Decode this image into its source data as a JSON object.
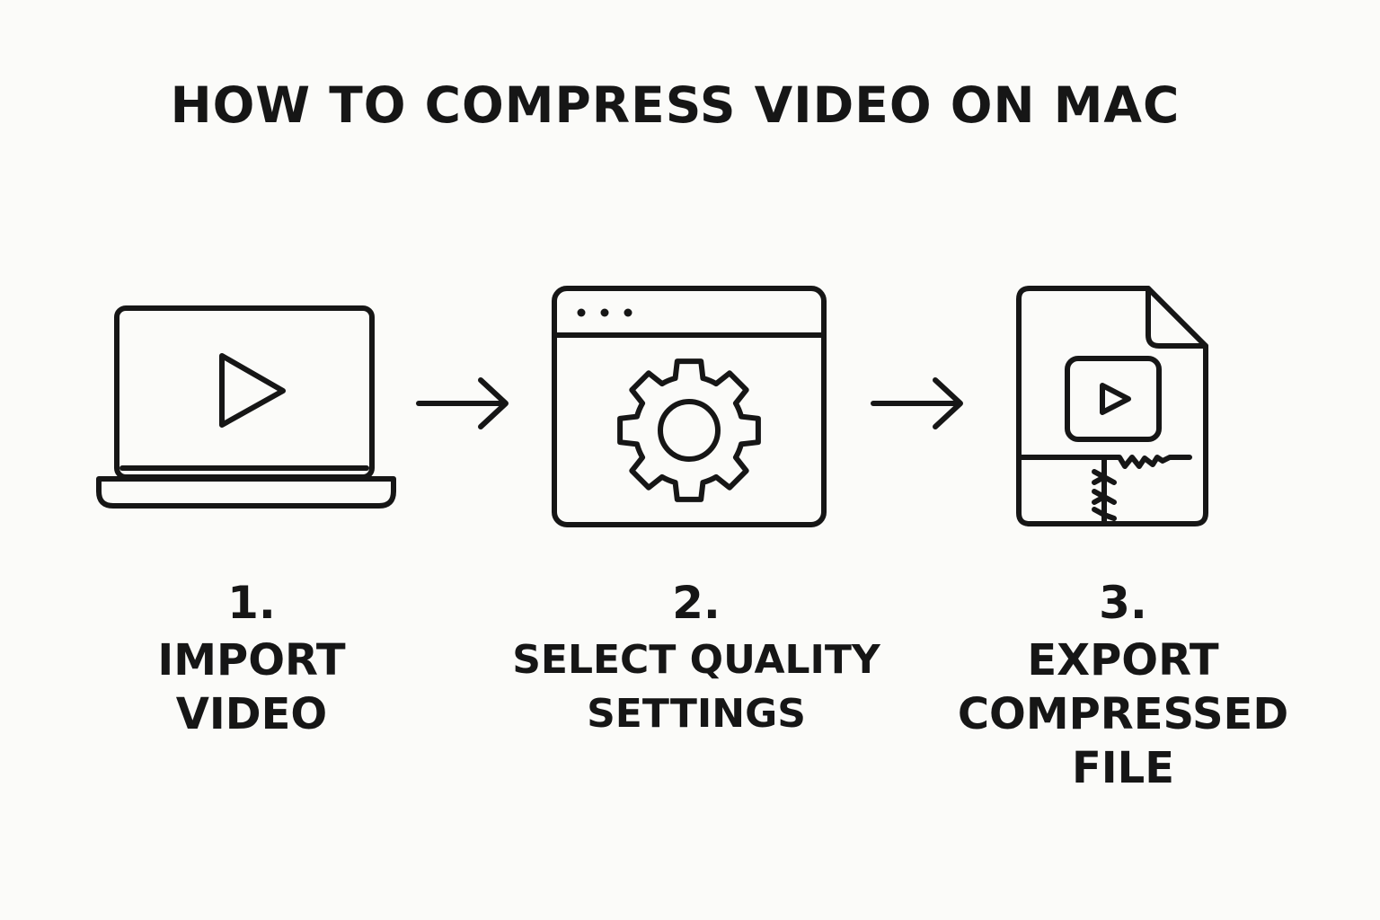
{
  "title": "HOW TO COMPRESS VIDEO ON MAC",
  "steps": [
    {
      "number": "1.",
      "label": "IMPORT\nVIDEO",
      "icon": "laptop-play-icon"
    },
    {
      "number": "2.",
      "label": "SELECT QUALITY\nSETTINGS",
      "icon": "browser-gear-icon"
    },
    {
      "number": "3.",
      "label": "EXPORT\nCOMPRESSED\nFILE",
      "icon": "zip-video-file-icon"
    }
  ],
  "connectors": [
    {
      "from": 1,
      "to": 2,
      "icon": "arrow-right-icon"
    },
    {
      "from": 2,
      "to": 3,
      "icon": "arrow-right-icon"
    }
  ],
  "colors": {
    "background": "#fbfbf9",
    "ink": "#161616"
  }
}
